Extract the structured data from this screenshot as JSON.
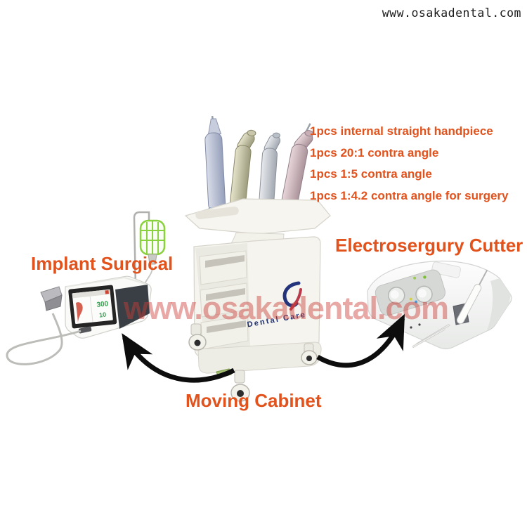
{
  "site": {
    "header_url": "www.osakadental.com",
    "watermark_text": "www.osakadental.com"
  },
  "colors": {
    "accent": "#e2521c",
    "watermark": "#cd3e37",
    "arrow": "#0d0d0d",
    "bottle-green": "#8ad13e",
    "logo-blue": "#24347c",
    "logo-red": "#b93a4a"
  },
  "included_items": {
    "lines": [
      "1pcs internal straight handpiece",
      "1pcs 20:1 contra angle",
      "1pcs 1:5 contra angle",
      "1pcs 1:4.2 contra angle for surgery"
    ]
  },
  "labels": {
    "implant_unit": "Implant Surgical",
    "cutter": "Electrosergury Cutter",
    "cabinet": "Moving Cabinet"
  },
  "cart": {
    "brand": "Dental Care"
  },
  "implant_unit": {
    "screen_values": [
      "300",
      "10"
    ]
  }
}
